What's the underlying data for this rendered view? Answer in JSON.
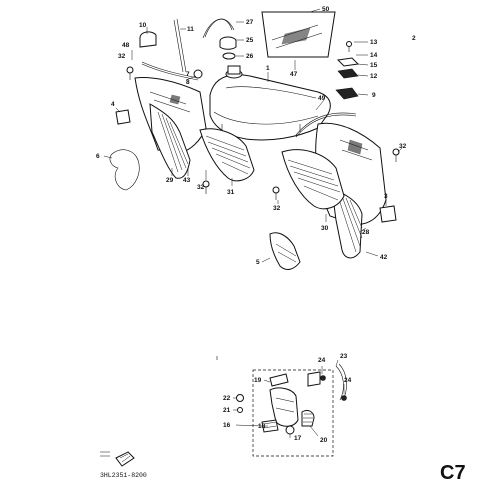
{
  "diagram": {
    "callouts": {
      "c1": "1",
      "c2": "2",
      "c3": "3",
      "c4": "4",
      "c5": "5",
      "c6": "6",
      "c7": "7",
      "c8": "8",
      "c9": "9",
      "c10": "10",
      "c11": "11",
      "c12": "12",
      "c13": "13",
      "c14": "14",
      "c15": "15",
      "c16": "16",
      "c17": "17",
      "c18": "18",
      "c19": "19",
      "c20": "20",
      "c21": "21",
      "c22": "22",
      "c23": "23",
      "c24a": "24",
      "c24b": "24",
      "c25": "25",
      "c26": "26",
      "c27": "27",
      "c28": "28",
      "c29": "29",
      "c30": "30",
      "c31": "31",
      "c32a": "32",
      "c32b": "32",
      "c32c": "32",
      "c32d": "32",
      "c42": "42",
      "c43": "43",
      "c47": "47",
      "c48": "48",
      "c49": "49",
      "c50": "50"
    },
    "document_code": "3HL2351-8200",
    "page_code": "C7"
  }
}
